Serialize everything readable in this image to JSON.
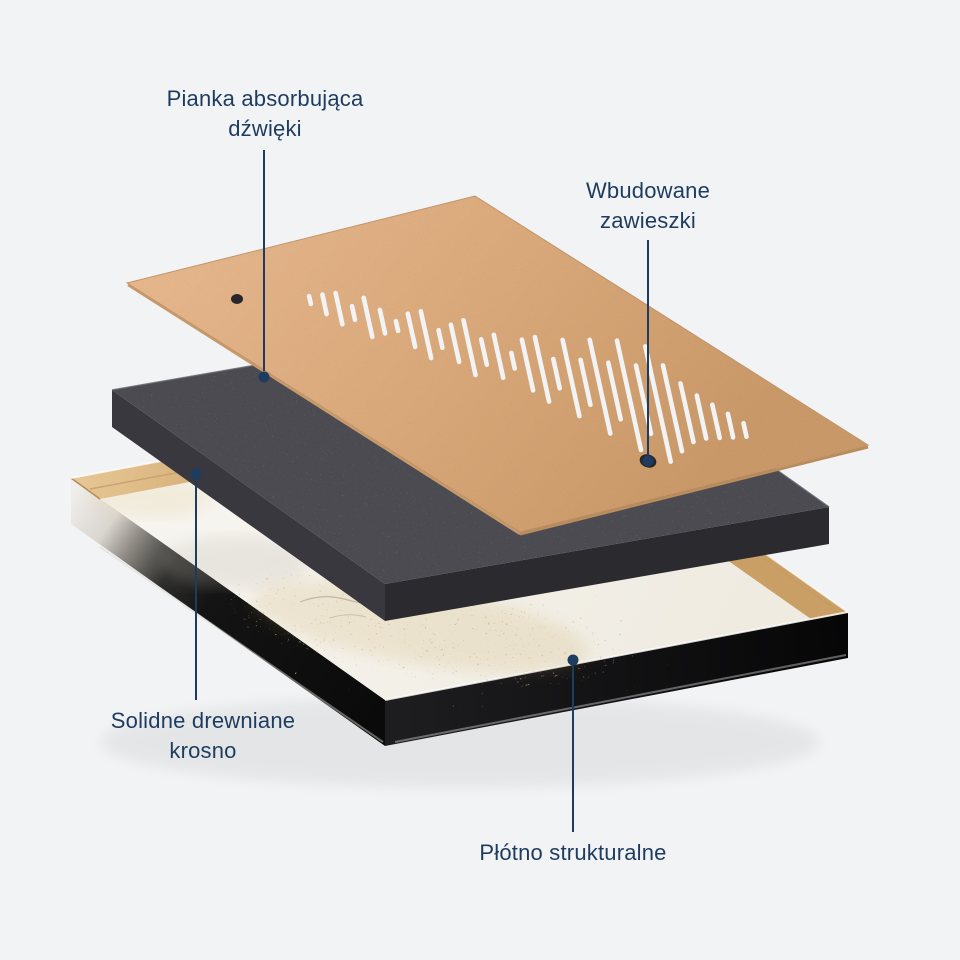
{
  "diagram": {
    "type": "exploded-product-layers",
    "layer_ids": [
      "perforated-board",
      "acoustic-foam",
      "canvas-frame"
    ]
  },
  "labels": {
    "foam": {
      "line1": "Pianka absorbująca",
      "line2": "dźwięki"
    },
    "hangers": {
      "line1": "Wbudowane",
      "line2": "zawieszki"
    },
    "frame": {
      "line1": "Solidne drewniane",
      "line2": "krosno"
    },
    "canvas": {
      "line1": "Płótno strukturalne"
    }
  },
  "colors": {
    "bg": "#f2f3f5",
    "label_text": "#1d3c5f",
    "leader": "#1d3c5f",
    "board": "#d9a87c",
    "foam": "#4b4b51",
    "canvas": "#f5f2ea",
    "wood": "#dcb98a",
    "gold": "#9c7c33",
    "black_side": "#121212",
    "slit": "#f2f3f5"
  },
  "waveform": {
    "slit_lengths": [
      8,
      20,
      32,
      14,
      40,
      24,
      10,
      34,
      48,
      18,
      38,
      56,
      26,
      44,
      16,
      52,
      66,
      30,
      78,
      46,
      96,
      58,
      112,
      70,
      118,
      88,
      60,
      44,
      34,
      24,
      14
    ]
  }
}
